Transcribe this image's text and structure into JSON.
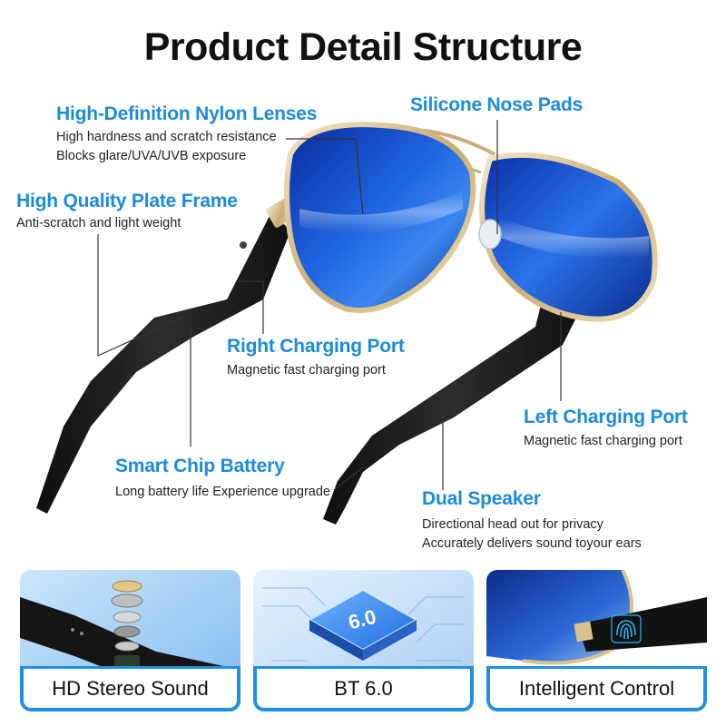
{
  "title": "Product Detail Structure",
  "callouts": {
    "lenses": {
      "title": "High-Definition Nylon Lenses",
      "lines": [
        "High hardness and scratch resistance",
        "Blocks glare/UVA/UVB exposure"
      ]
    },
    "nose_pads": {
      "title": "Silicone Nose Pads"
    },
    "frame": {
      "title": "High Quality Plate Frame",
      "lines": [
        "Anti-scratch and light weight"
      ]
    },
    "right_port": {
      "title": "Right Charging Port",
      "lines": [
        "Magnetic fast charging port"
      ]
    },
    "left_port": {
      "title": "Left Charging Port",
      "lines": [
        "Magnetic fast charging port"
      ]
    },
    "battery": {
      "title": "Smart Chip Battery",
      "lines": [
        "Long battery life Experience upgrade"
      ]
    },
    "speaker": {
      "title": "Dual Speaker",
      "lines": [
        "Directional head out for privacy",
        "Accurately delivers sound toyour ears"
      ]
    }
  },
  "panels": [
    {
      "caption": "HD Stereo Sound",
      "icon": "exploded-speaker-icon"
    },
    {
      "caption": "BT 6.0",
      "icon": "chip-icon",
      "chip_text": "6.0"
    },
    {
      "caption": "Intelligent Control",
      "icon": "fingerprint-icon"
    }
  ],
  "colors": {
    "accent": "#1a8be0",
    "panel_border": "#1f8fe6",
    "lens_blue": "#1f5fd6",
    "frame_gold": "#d8c28f",
    "temple_black": "#1b1b1b"
  }
}
